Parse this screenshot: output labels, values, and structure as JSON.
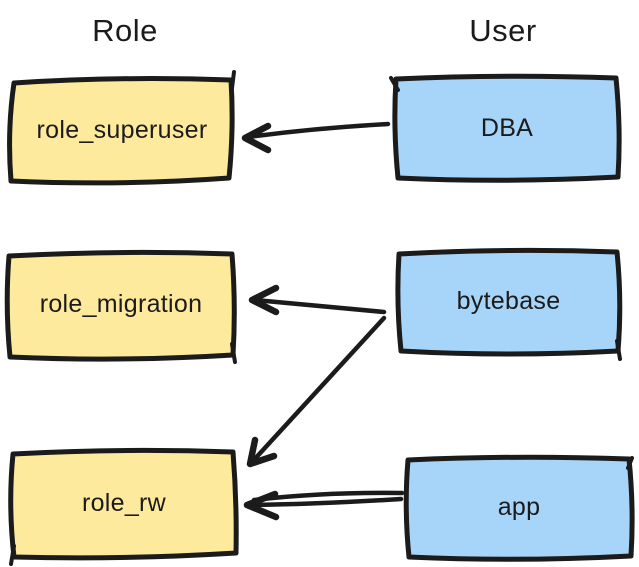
{
  "diagram": {
    "columns": [
      {
        "title": "Role"
      },
      {
        "title": "User"
      }
    ],
    "nodes": [
      {
        "label": "role_superuser",
        "type": "role"
      },
      {
        "label": "role_migration",
        "type": "role"
      },
      {
        "label": "role_rw",
        "type": "role"
      },
      {
        "label": "DBA",
        "type": "user"
      },
      {
        "label": "bytebase",
        "type": "user"
      },
      {
        "label": "app",
        "type": "user"
      }
    ],
    "edges": [
      {
        "from": "DBA",
        "to": "role_superuser"
      },
      {
        "from": "bytebase",
        "to": "role_migration"
      },
      {
        "from": "bytebase",
        "to": "role_rw"
      },
      {
        "from": "app",
        "to": "role_rw"
      }
    ],
    "colors": {
      "role_fill": "#fdea9c",
      "user_fill": "#a7d4f9",
      "stroke": "#1b1b1b",
      "text": "#1b1b1b",
      "background": "#ffffff"
    }
  }
}
